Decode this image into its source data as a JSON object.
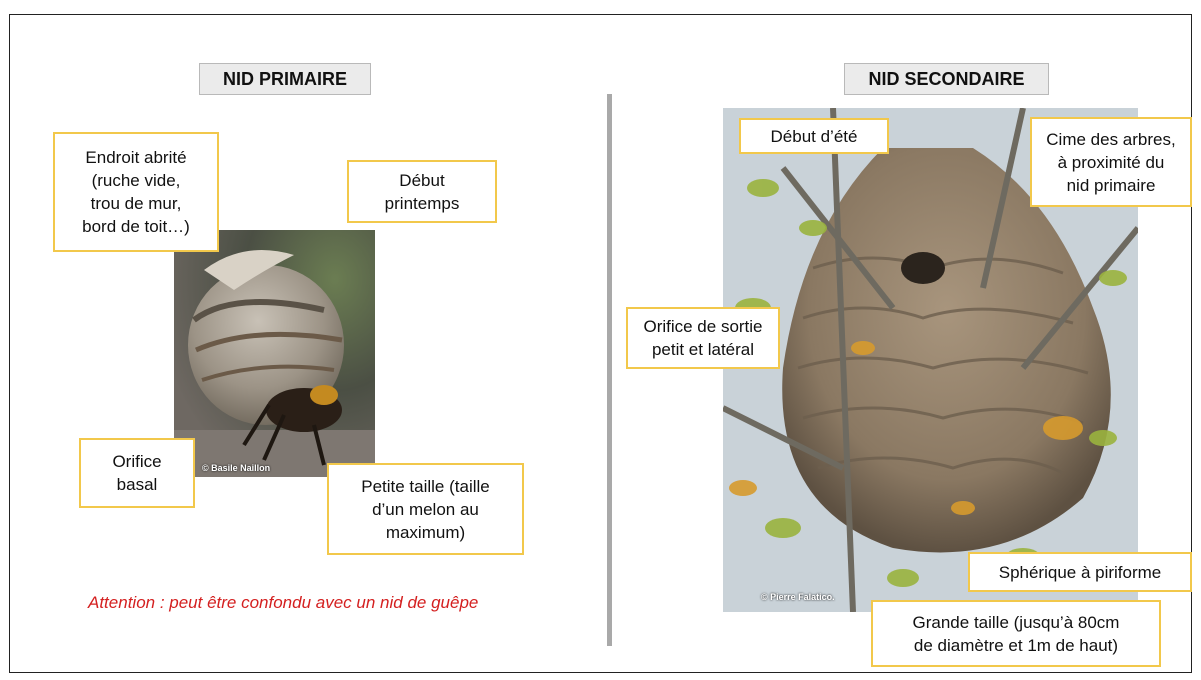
{
  "primary": {
    "title": "NID PRIMAIRE",
    "callouts": {
      "location": "Endroit abrité\n(ruche vide,\ntrou de mur,\nbord de toit…)",
      "season": "Début\nprintemps",
      "opening": "Orifice\nbasal",
      "size": "Petite taille (taille\nd’un melon au\nmaximum)"
    },
    "photo_credit": "© Basile Naillon",
    "warning": "Attention : peut être confondu avec un nid de guêpe"
  },
  "secondary": {
    "title": "NID SECONDAIRE",
    "callouts": {
      "season": "Début d’été",
      "location": "Cime des arbres,\nà proximité du\nnid primaire",
      "opening": "Orifice de sortie\npetit et latéral",
      "shape": "Sphérique à piriforme",
      "size": "Grande taille (jusqu’à 80cm\nde diamètre et 1m de haut)"
    },
    "photo_credit": "© Pierre Falatico."
  }
}
